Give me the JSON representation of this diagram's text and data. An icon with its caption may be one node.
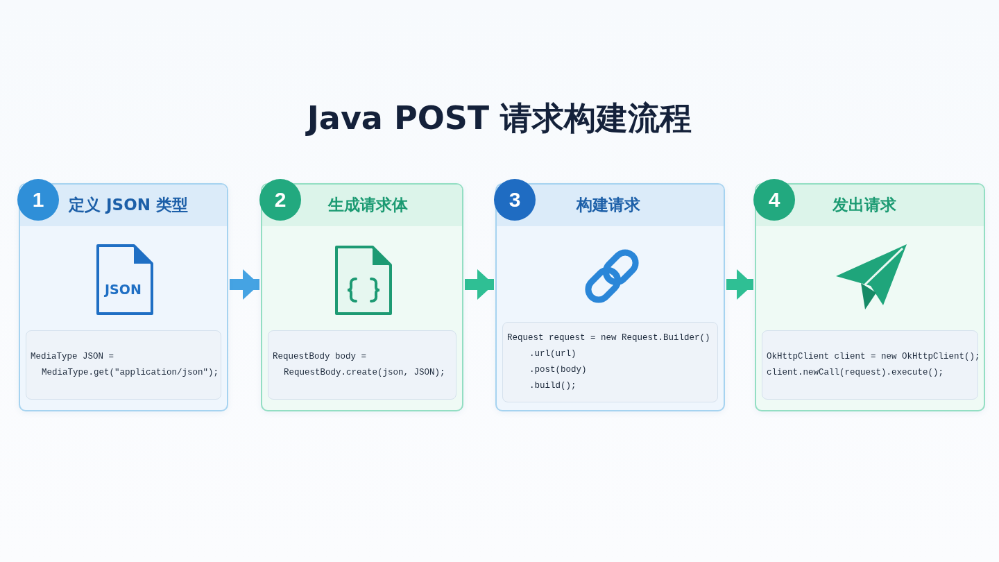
{
  "diagram": {
    "title": "Java POST 请求构建流程",
    "nodes": [
      {
        "text": [
          "1",
          "定义 JSON 类型"
        ]
      },
      {
        "text": [
          "MediaType JSON =",
          "MediaType.get(\"application/json\");"
        ],
        "in": 0
      },
      {
        "text": [
          "2",
          "生成请求体"
        ]
      },
      {
        "text": [
          "RequestBody body =",
          "RequestBody.create(json, JSON);"
        ],
        "in": 2
      },
      {
        "text": [
          "3",
          "构建请求"
        ]
      },
      {
        "text": [
          "Request request = new Request.Builder()",
          ".url(url)",
          ".post(body)",
          ".build();"
        ],
        "in": 4
      },
      {
        "text": [
          "4",
          "发出请求"
        ]
      },
      {
        "text": [
          "OkHttpClient client = new OkHttpClient();",
          "client.newCall(request).execute();"
        ],
        "in": 6
      }
    ],
    "edges": [
      {
        "from": 0,
        "to": 2,
        "arrow": "to",
        "color": "#45a3e3"
      },
      {
        "from": 2,
        "to": 4,
        "arrow": "to"
      },
      {
        "from": 4,
        "to": 6,
        "arrow": "to"
      }
    ],
    "labels": [
      "JSON"
    ]
  }
}
